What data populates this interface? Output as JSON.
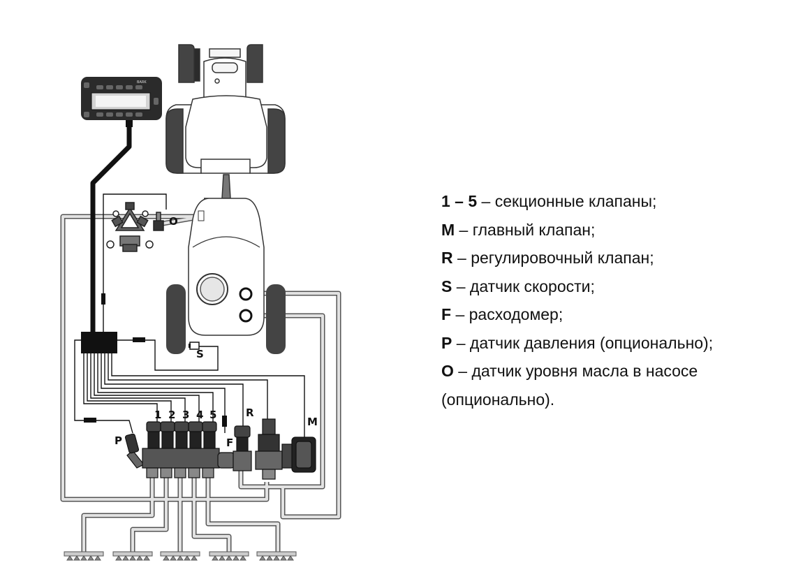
{
  "diagram": {
    "labels": {
      "s1": "1",
      "s2": "2",
      "s3": "3",
      "s4": "4",
      "s5": "5",
      "r": "R",
      "m": "M",
      "f": "F",
      "p": "P",
      "s": "S",
      "o": "O"
    },
    "console_brand": "BARK"
  },
  "legend": [
    {
      "key": "1 – 5",
      "text": " – секционные клапаны;"
    },
    {
      "key": "M",
      "text": " – главный клапан;"
    },
    {
      "key": "R",
      "text": " – регулировочный клапан;"
    },
    {
      "key": "S",
      "text": " – датчик скорости;"
    },
    {
      "key": "F",
      "text": " – расходомер;"
    },
    {
      "key": "P",
      "text": " – датчик давления (опционально);"
    },
    {
      "key": "O",
      "text": " – датчик уровня масла в насосе"
    },
    {
      "key": "",
      "text": "(опционально)."
    }
  ]
}
